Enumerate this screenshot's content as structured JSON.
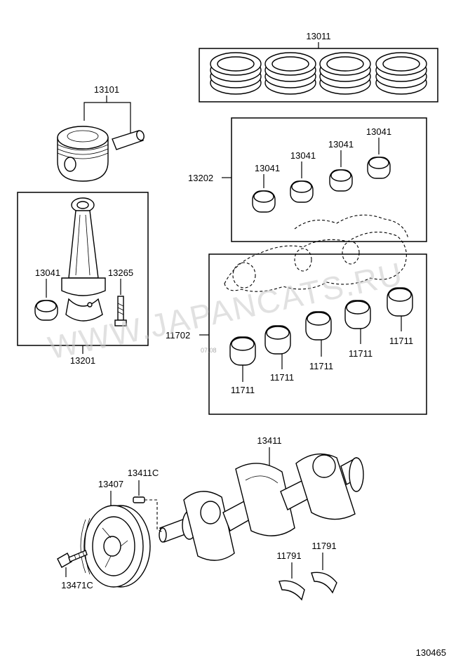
{
  "watermark": "WWW.JAPANCATS.RU",
  "date_stamp": "07.08",
  "figure_number": "130465",
  "parts": {
    "piston_ring_set": "13011",
    "piston": "13101",
    "conn_rod_bearing_set": "13202",
    "conn_rod_bearing_1": "13041",
    "conn_rod_bearing_2": "13041",
    "conn_rod_bearing_3": "13041",
    "conn_rod_bearing_4": "13041",
    "conn_rod_assembly": "13201",
    "conn_rod_bearing_rod": "13041",
    "conn_rod_bolt": "13265",
    "main_bearing_set": "11702",
    "main_bearing_1": "11711",
    "main_bearing_2": "11711",
    "main_bearing_3": "11711",
    "main_bearing_4": "11711",
    "main_bearing_5": "11711",
    "crankshaft": "13411",
    "crankshaft_key": "13411C",
    "pulley": "13407",
    "pulley_bolt": "13471C",
    "thrust_washer_1": "11791",
    "thrust_washer_2": "11791"
  }
}
